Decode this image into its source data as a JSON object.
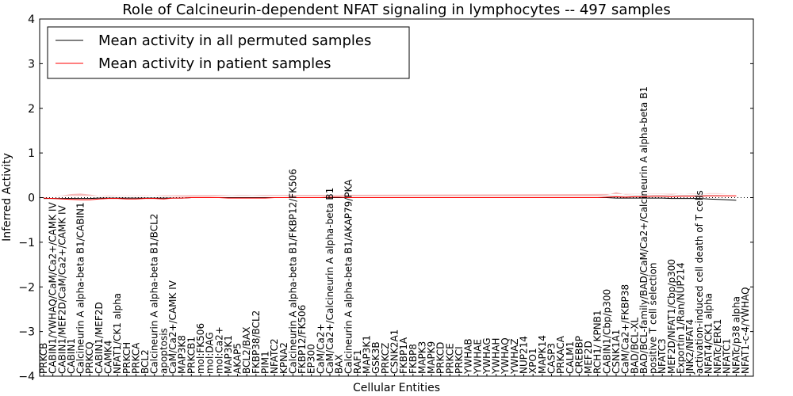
{
  "chart_data": {
    "type": "line",
    "title": "Role of Calcineurin-dependent NFAT signaling in lymphocytes -- 497 samples",
    "xlabel": "Cellular Entities",
    "ylabel": "Inferred Activity",
    "ylim": [
      -4,
      4
    ],
    "yticks": [
      -4,
      -3,
      -2,
      -1,
      0,
      1,
      2,
      3,
      4
    ],
    "legend_position": "top-left",
    "colors": {
      "permuted": "#000000",
      "patient": "#ff0000",
      "permuted_band": "#cccccc",
      "patient_band": "#f08080"
    },
    "categories": [
      "PRKCB",
      "CABIN1/YWHAQ/CaM/Ca2+/CAMK IV",
      "CABIN1/MEF2D/CaM/Ca2+/CAMK IV",
      "CABIN1",
      "Calcineurin A alpha-beta B1/CABIN1",
      "PRKCQ",
      "CABIN1/MEF2D",
      "CAMK4",
      "NFAT1/CK1 alpha",
      "PRKCH",
      "PRKCA",
      "BCL2",
      "Calcineurin A alpha-beta B1/BCL2",
      "apoptosis",
      "CaM/Ca2+/CAMK IV",
      "MAP3K8",
      "PRKCB1",
      "mol:FK506",
      "mol:DAG",
      "mol:Ca2+",
      "MAP3K1",
      "AKAP5",
      "BCL2/BAX",
      "FKBP38/BCL2",
      "PIM1",
      "NFATC2",
      "KPNA2",
      "Calcineurin A alpha-beta B1/FKBP12/FK506",
      "FKBP12/FK506",
      "EP300",
      "CaM/Ca2+",
      "CaM/Ca2+/Calcineurin A alpha-beta B1",
      "BAX",
      "Calcineurin A alpha-beta B1/AKAP79/PKA",
      "RAF1",
      "MAP3K1",
      "GSK3B",
      "PRKCZ",
      "CSNK2A1",
      "FKBP1A",
      "FKBP8",
      "MAPK3",
      "MAPK9",
      "PRKCD",
      "PRKCE",
      "PRKCI",
      "YWHAB",
      "YWHAE",
      "YWHAG",
      "YWHAH",
      "YWHAQ",
      "YWHAZ",
      "NUP214",
      "XPO1",
      "MAPK14",
      "CASP3",
      "PRKACA",
      "CALM1",
      "CREBBP",
      "MEF2D",
      "RCH1/ KPNB1",
      "CABIN1/Cbp/p300",
      "CSNK1A1",
      "CaM/Ca2+/FKBP38",
      "BAD/BCL-XL",
      "BAD/BCL-family/BAD/CaM/Ca2+/Calcineurin A alpha-beta B1",
      "positive T cell selection",
      "NFATC3",
      "MEF2D/NFAT1/Cbp/p300",
      "Exportin 1/Ran/NUP214",
      "JNK2/NFAT4",
      "activation-induced cell death of T cells",
      "NFAT4/CK1 alpha",
      "NFATc/ERK1",
      "NFATC1",
      "NFATc/p38 alpha",
      "NFAT1-c-4/YWHAQ"
    ],
    "series": [
      {
        "name": "Mean activity in all permuted samples",
        "values": [
          -0.02,
          -0.02,
          -0.02,
          -0.02,
          -0.02,
          -0.02,
          -0.01,
          -0.01,
          -0.01,
          -0.01,
          -0.01,
          -0.01,
          -0.01,
          -0.01,
          -0.01,
          -0.01,
          0.0,
          0.0,
          0.0,
          0.0,
          0.0,
          0.0,
          0.0,
          0.0,
          0.0,
          0.0,
          0.0,
          0.0,
          0.0,
          0.0,
          0.0,
          0.0,
          0.0,
          0.0,
          0.0,
          0.0,
          0.0,
          0.0,
          0.0,
          0.0,
          0.0,
          0.0,
          0.0,
          0.0,
          0.0,
          0.0,
          0.0,
          0.0,
          0.0,
          0.0,
          0.0,
          0.0,
          0.0,
          0.0,
          0.0,
          0.0,
          0.0,
          0.0,
          0.0,
          0.0,
          0.0,
          0.0,
          -0.01,
          -0.01,
          -0.01,
          -0.01,
          -0.01,
          -0.01,
          -0.02,
          -0.02,
          -0.02,
          -0.02,
          -0.03,
          -0.04,
          -0.05,
          -0.06
        ],
        "band": [
          0.06,
          0.06,
          0.06,
          0.06,
          0.06,
          0.06,
          0.05,
          0.05,
          0.05,
          0.05,
          0.05,
          0.05,
          0.05,
          0.05,
          0.05,
          0.05,
          0.05,
          0.05,
          0.05,
          0.05,
          0.05,
          0.05,
          0.05,
          0.05,
          0.05,
          0.05,
          0.05,
          0.05,
          0.05,
          0.05,
          0.05,
          0.05,
          0.05,
          0.05,
          0.05,
          0.05,
          0.05,
          0.05,
          0.05,
          0.05,
          0.05,
          0.05,
          0.05,
          0.05,
          0.05,
          0.05,
          0.05,
          0.05,
          0.05,
          0.05,
          0.05,
          0.05,
          0.05,
          0.05,
          0.05,
          0.05,
          0.05,
          0.05,
          0.05,
          0.05,
          0.05,
          0.06,
          0.06,
          0.06,
          0.07,
          0.07,
          0.07,
          0.07,
          0.08,
          0.08,
          0.08,
          0.09,
          0.09,
          0.1,
          0.1,
          0.1
        ]
      },
      {
        "name": "Mean activity in patient samples",
        "values": [
          -0.01,
          -0.02,
          -0.03,
          -0.04,
          -0.05,
          -0.05,
          -0.03,
          -0.02,
          -0.02,
          -0.03,
          -0.03,
          -0.02,
          -0.02,
          -0.03,
          -0.01,
          -0.01,
          0.0,
          0.0,
          0.0,
          0.0,
          -0.01,
          -0.01,
          -0.01,
          -0.01,
          -0.01,
          0.0,
          0.0,
          0.0,
          0.0,
          0.0,
          0.0,
          0.01,
          0.01,
          0.0,
          0.0,
          0.0,
          0.0,
          0.0,
          0.0,
          0.0,
          0.0,
          0.0,
          0.0,
          0.0,
          0.0,
          0.0,
          0.0,
          0.0,
          0.0,
          0.0,
          0.0,
          0.0,
          0.0,
          0.0,
          0.0,
          0.0,
          0.0,
          0.0,
          0.0,
          0.0,
          0.0,
          0.01,
          0.02,
          0.01,
          0.02,
          0.02,
          0.03,
          0.03,
          0.02,
          0.03,
          0.03,
          0.03,
          0.04,
          0.04,
          0.04,
          0.04
        ],
        "band": [
          0.05,
          0.06,
          0.08,
          0.12,
          0.14,
          0.12,
          0.07,
          0.05,
          0.06,
          0.07,
          0.07,
          0.06,
          0.07,
          0.06,
          0.04,
          0.03,
          0.02,
          0.02,
          0.02,
          0.03,
          0.06,
          0.07,
          0.07,
          0.06,
          0.05,
          0.04,
          0.04,
          0.03,
          0.03,
          0.03,
          0.03,
          0.04,
          0.04,
          0.03,
          0.03,
          0.03,
          0.03,
          0.03,
          0.03,
          0.03,
          0.03,
          0.03,
          0.03,
          0.03,
          0.03,
          0.03,
          0.03,
          0.03,
          0.03,
          0.03,
          0.03,
          0.03,
          0.03,
          0.03,
          0.03,
          0.03,
          0.03,
          0.03,
          0.03,
          0.03,
          0.03,
          0.05,
          0.1,
          0.06,
          0.06,
          0.06,
          0.05,
          0.05,
          0.05,
          0.06,
          0.05,
          0.05,
          0.06,
          0.06,
          0.05,
          0.05
        ]
      }
    ]
  }
}
